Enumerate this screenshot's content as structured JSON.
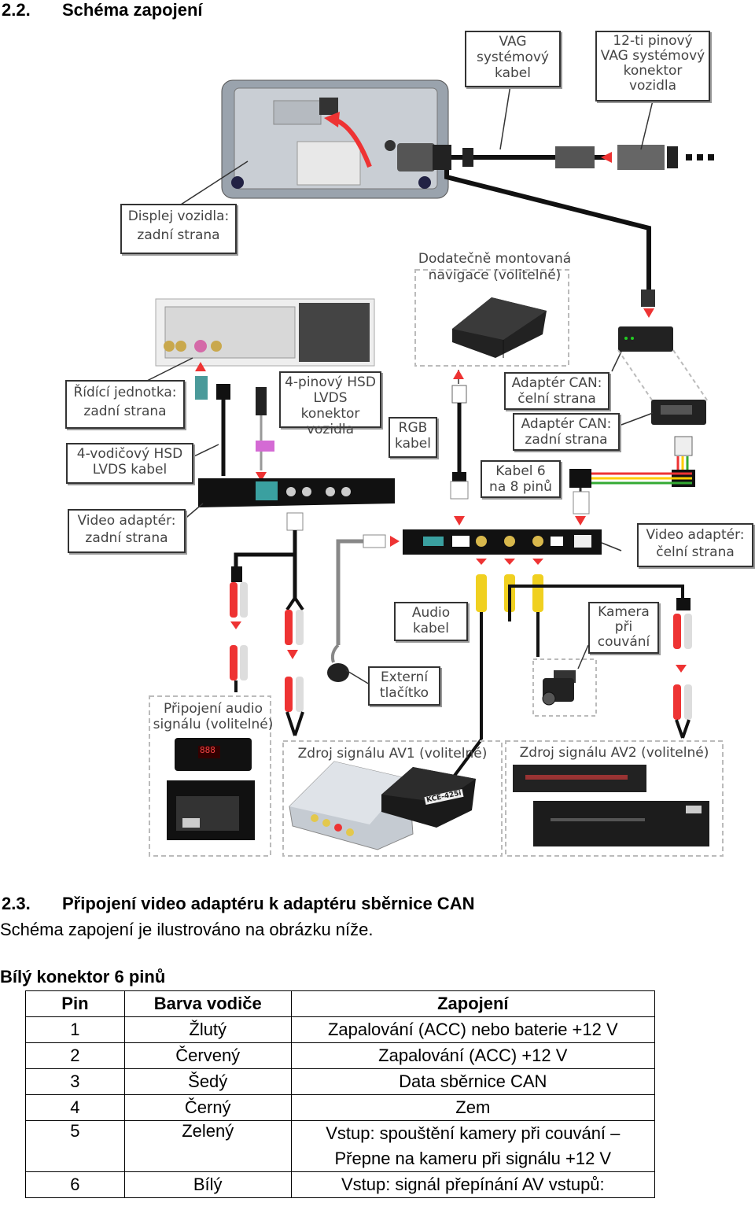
{
  "section1": {
    "number": "2.2.",
    "title": "Schéma zapojení"
  },
  "diagram": {
    "labels": {
      "vag_cable": "VAG\nsystémový\nkabel",
      "vag_connector": "12-ti pinový\nVAG systémový\nkonektor\nvozidla",
      "display_back": "Displej vozidla:\nzadní strana",
      "extra_nav": "Dodatečně montovaná\nnavigace (volitelné)",
      "control_unit_back": "Řídící jednotka:\nzadní strana",
      "hsd_connector": "4-pinový HSD\nLVDS konektor\nvozidla",
      "rgb_cable": "RGB\nkabel",
      "can_front": "Adaptér CAN:\nčelní strana",
      "can_back": "Adaptér CAN:\nzadní strana",
      "hsd_cable": "4-vodičový HSD\nLVDS kabel",
      "cable_6_8": "Kabel 6\nna 8 pinů",
      "video_back": "Video adaptér:\nzadní strana",
      "video_front": "Video adaptér:\nčelní strana",
      "audio_cable": "Audio\nkabel",
      "camera": "Kamera\npři\ncouvání",
      "ext_button": "Externí\ntlačítko",
      "audio_connect": "Připojení audio\nsignálu (volitelné)",
      "av1": "Zdroj signálu AV1 (volitelné)",
      "av2": "Zdroj signálu AV2 (volitelné)",
      "device_label": "KCE-425i",
      "display_digits": "888"
    }
  },
  "section2": {
    "number": "2.3.",
    "title": "Připojení video adaptéru k adaptéru sběrnice CAN"
  },
  "intro": "Schéma zapojení je ilustrováno na obrázku níže.",
  "table_title": "Bílý konektor 6 pinů",
  "table": {
    "headers": [
      "Pin",
      "Barva vodiče",
      "Zapojení"
    ],
    "rows": [
      {
        "pin": "1",
        "color": "Žlutý",
        "conn": "Zapalování (ACC) nebo baterie +12 V"
      },
      {
        "pin": "2",
        "color": "Červený",
        "conn": "Zapalování (ACC) +12 V"
      },
      {
        "pin": "3",
        "color": "Šedý",
        "conn": "Data sběrnice CAN"
      },
      {
        "pin": "4",
        "color": "Černý",
        "conn": "Zem"
      },
      {
        "pin": "5",
        "color": "Zelený",
        "conn": "Vstup: spouštění kamery při couvání –",
        "conn2": "Přepne na kameru při signálu +12 V"
      },
      {
        "pin": "6",
        "color": "Bílý",
        "conn": "Vstup: signál přepínání AV vstupů:"
      }
    ]
  }
}
